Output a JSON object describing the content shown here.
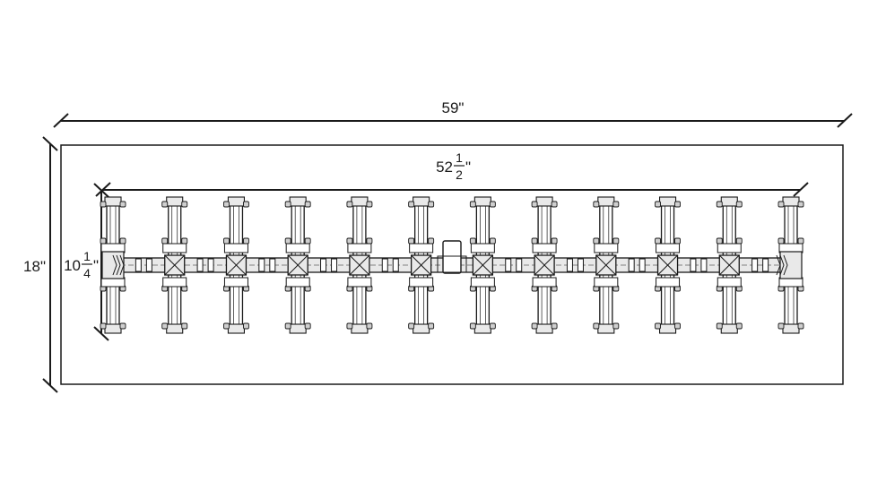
{
  "dimensions": {
    "overall_width": "59\"",
    "overall_depth": "18\"",
    "inner_width": {
      "whole": "52",
      "numerator": "1",
      "denominator": "2",
      "suffix": "\""
    },
    "inner_depth": {
      "whole": "10",
      "numerator": "1",
      "denominator": "4",
      "suffix": "\""
    }
  },
  "layout": {
    "module_count": 12,
    "center_mount": true
  },
  "colors": {
    "line": "#1a1a1a",
    "fill_light": "#e9e9e9",
    "fill_mid": "#cfcfcf",
    "background": "#ffffff"
  }
}
